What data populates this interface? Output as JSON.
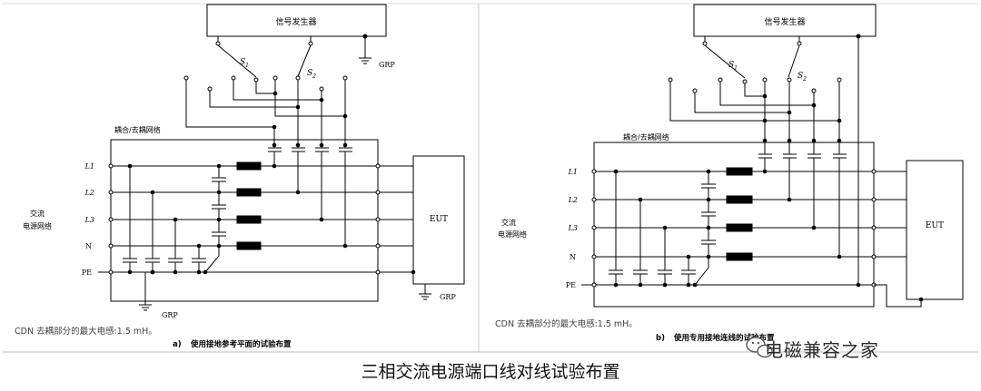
{
  "panels": [
    {
      "generator_label": "信号发生器",
      "switch_labels": [
        "S",
        "S"
      ],
      "switch_subscripts": [
        "1",
        "2"
      ],
      "grp_top": "GRP",
      "network_label": "耦合/去耦网络",
      "supply_label_line1": "交流",
      "supply_label_line2": "电源网络",
      "lines": [
        "L1",
        "L2",
        "L3",
        "N",
        "PE"
      ],
      "eut_label": "EUT",
      "grp_bottom_left": "GRP",
      "grp_bottom_right": "GRP",
      "note": "CDN 去耦部分的最大电感:1.5 mH。",
      "subcaption_letter": "a)",
      "subcaption": "使用接地参考平面的试验布置"
    },
    {
      "generator_label": "信号发生器",
      "switch_labels": [
        "S",
        "S"
      ],
      "switch_subscripts": [
        "1",
        "2"
      ],
      "network_label": "耦合/去耦网络",
      "supply_label_line1": "交流",
      "supply_label_line2": "电源网络",
      "lines": [
        "L1",
        "L2",
        "L3",
        "N",
        "PE"
      ],
      "eut_label": "EUT",
      "note": "CDN 去耦部分的最大电感:1.5 mH。",
      "subcaption_letter": "b)",
      "subcaption": "使用专用接地连线的试验布置"
    }
  ],
  "caption": "三相交流电源端口线对线试验布置",
  "watermark": "电磁兼容之家"
}
